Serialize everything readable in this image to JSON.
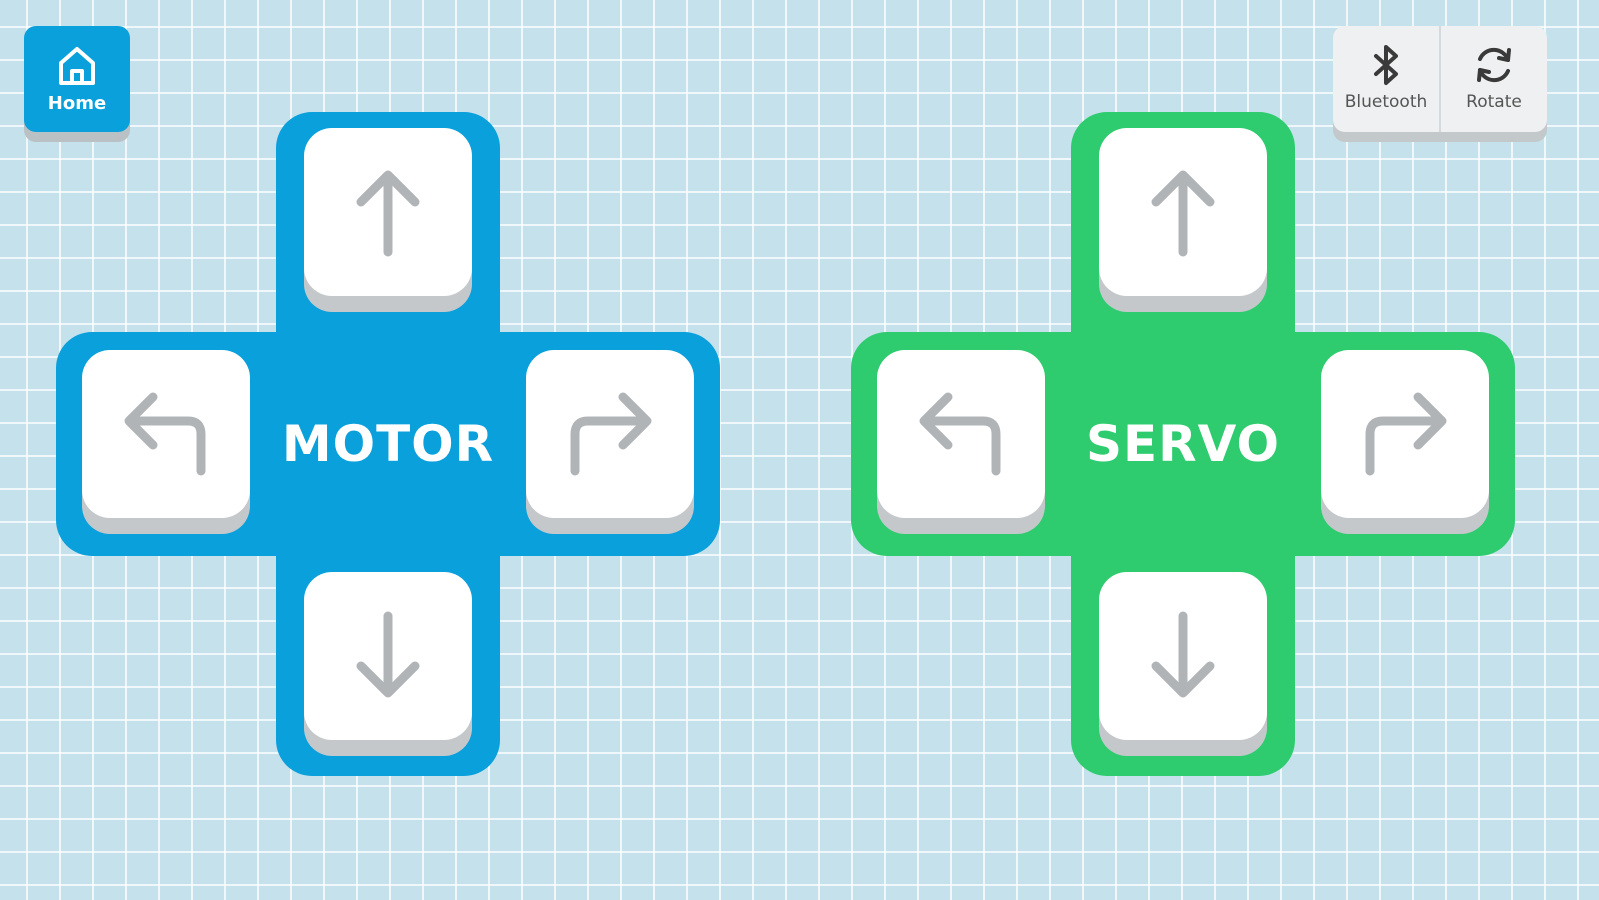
{
  "colors": {
    "motor": "#0aa0dc",
    "servo": "#2ecc6f",
    "background": "#c5e1ec"
  },
  "home": {
    "label": "Home",
    "icon": "home-icon"
  },
  "toolbar": {
    "bluetooth": {
      "label": "Bluetooth",
      "icon": "bluetooth-icon"
    },
    "rotate": {
      "label": "Rotate",
      "icon": "rotate-icon"
    }
  },
  "motor_pad": {
    "label": "MOTOR"
  },
  "servo_pad": {
    "label": "SERVO"
  }
}
